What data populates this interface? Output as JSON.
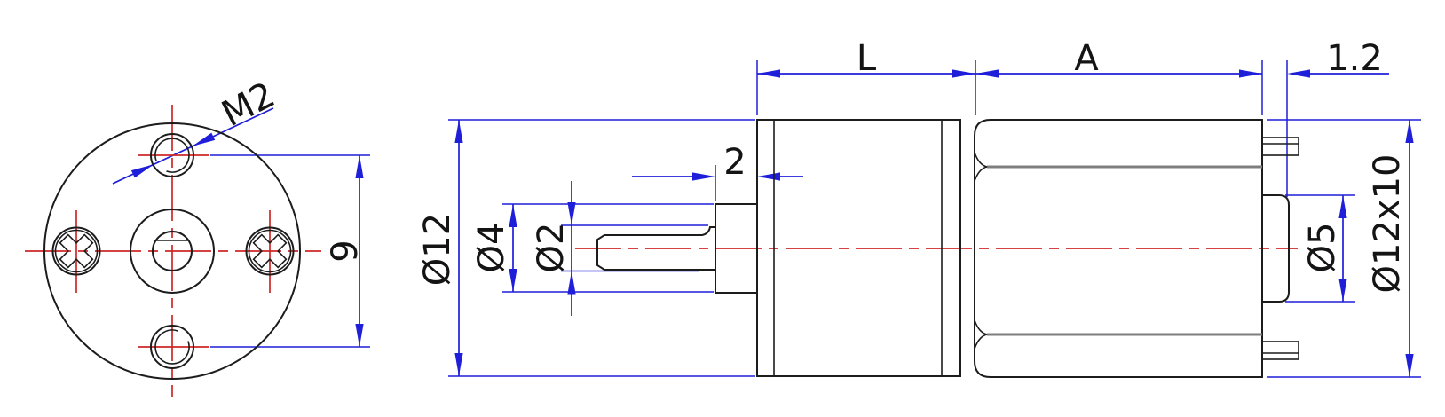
{
  "drawing": {
    "title": "Gear motor 2-view engineering drawing",
    "colors": {
      "outline": "#1c1c1c",
      "dimension_blue": "#1f1fd9",
      "centerline_red": "#cf2727",
      "secondary_gray": "#7e7e7e",
      "background": "#ffffff"
    },
    "front_view": {
      "labels": {
        "thread_callout": "M2",
        "mounting_hole_spacing": "9"
      }
    },
    "side_view": {
      "labels": {
        "gearbox_diameter": "Ø12",
        "front_boss_diameter": "Ø4",
        "shaft_diameter": "Ø2",
        "front_boss_length": "2",
        "gearbox_length": "L",
        "motor_length": "A",
        "rear_boss_length": "1.2",
        "rear_boss_diameter": "Ø5",
        "motor_can_size": "Ø12x10"
      }
    }
  }
}
